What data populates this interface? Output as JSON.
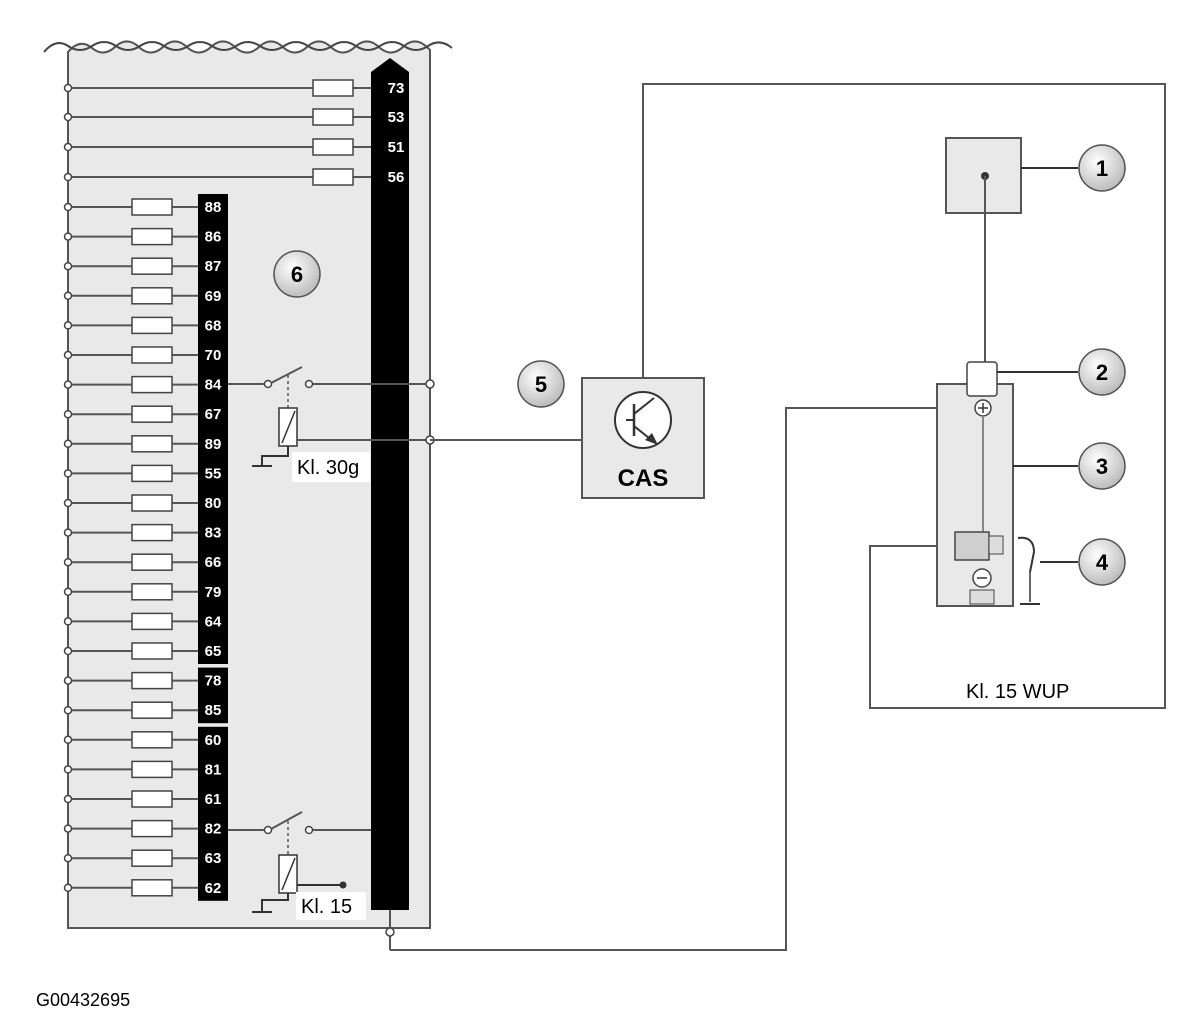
{
  "power_distribution": {
    "left_fuses": [
      "88",
      "86",
      "87",
      "69",
      "68",
      "70",
      "84",
      "67",
      "89",
      "55",
      "80",
      "83",
      "66",
      "79",
      "64",
      "65",
      "78",
      "85",
      "60",
      "81",
      "61",
      "82",
      "63",
      "62"
    ],
    "right_fuses": [
      "73",
      "53",
      "51",
      "56"
    ],
    "label_kl30g": "Kl. 30g",
    "label_kl15": "Kl. 15"
  },
  "cas_module": {
    "label": "CAS"
  },
  "battery_area": {
    "label_kl15wup": "Kl. 15 WUP"
  },
  "callouts": [
    "1",
    "2",
    "3",
    "4",
    "5",
    "6"
  ],
  "figure_ref": "G00432695",
  "colors": {
    "panel_fill": "#e9e9e9",
    "bus_fill": "#000000",
    "box_fill": "#e9e9e9",
    "callout_fill": "#dddddd"
  }
}
